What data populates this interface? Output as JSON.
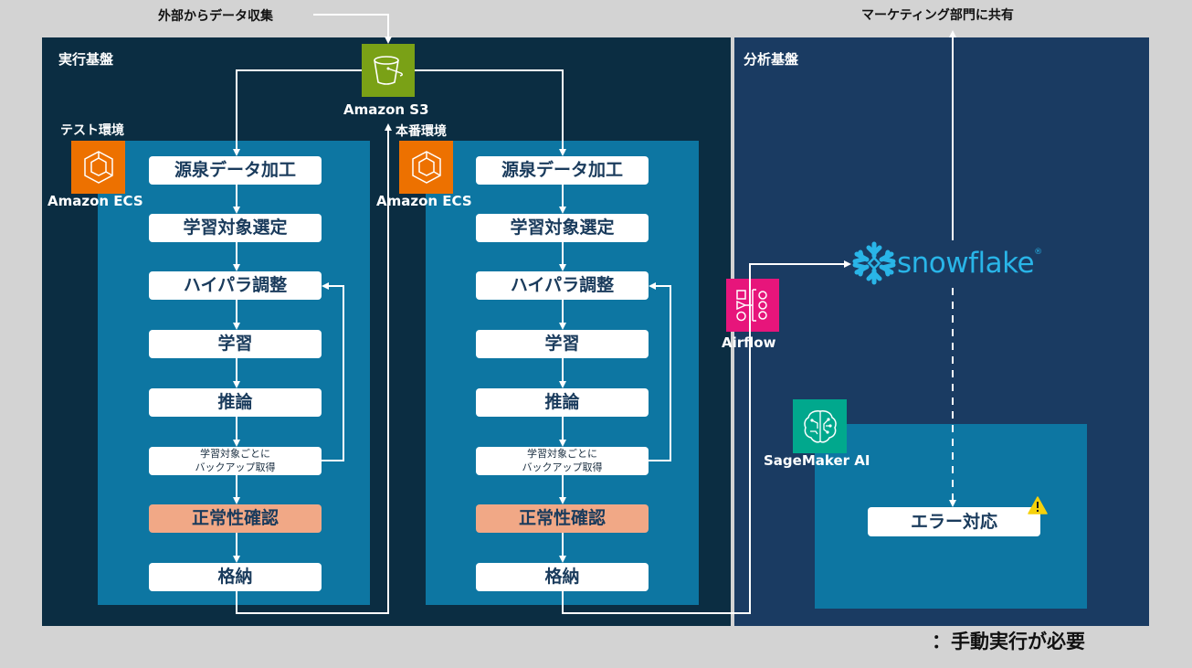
{
  "external": {
    "data_collection_label": "外部からデータ収集",
    "marketing_share_label": "マーケティング部門に共有"
  },
  "exec_platform": {
    "title": "実行基盤",
    "s3": {
      "label": "Amazon S3",
      "icon": "s3-bucket-icon",
      "color": "#7aa116"
    },
    "test_env": {
      "label": "テスト環境",
      "service": {
        "label": "Amazon ECS",
        "icon": "ecs-icon",
        "color": "#ed7100"
      },
      "steps": [
        {
          "label": "源泉データ加工"
        },
        {
          "label": "学習対象選定"
        },
        {
          "label": "ハイパラ調整"
        },
        {
          "label": "学習"
        },
        {
          "label": "推論"
        },
        {
          "label": "学習対象ごとに\nバックアップ取得"
        },
        {
          "label": "正常性確認"
        },
        {
          "label": "格納"
        }
      ]
    },
    "prod_env": {
      "label": "本番環境",
      "service": {
        "label": "Amazon ECS",
        "icon": "ecs-icon",
        "color": "#ed7100"
      },
      "steps": [
        {
          "label": "源泉データ加工"
        },
        {
          "label": "学習対象選定"
        },
        {
          "label": "ハイパラ調整"
        },
        {
          "label": "学習"
        },
        {
          "label": "推論"
        },
        {
          "label": "学習対象ごとに\nバックアップ取得"
        },
        {
          "label": "正常性確認"
        },
        {
          "label": "格納"
        }
      ]
    }
  },
  "analysis_platform": {
    "title": "分析基盤",
    "airflow": {
      "label": "Airflow",
      "icon": "airflow-icon",
      "color": "#e7157b"
    },
    "snowflake": {
      "label": "snowflake",
      "registered_mark": "®",
      "icon": "snowflake-icon",
      "color": "#29b5e8"
    },
    "sagemaker": {
      "label": "SageMaker AI",
      "icon": "sagemaker-icon",
      "color": "#01a88d"
    },
    "error_handling": {
      "label": "エラー対応",
      "icon": "warning-icon"
    }
  },
  "legend": {
    "manual_execution_label": "：手動実行が必要",
    "highlight_color": "#f1a886"
  }
}
